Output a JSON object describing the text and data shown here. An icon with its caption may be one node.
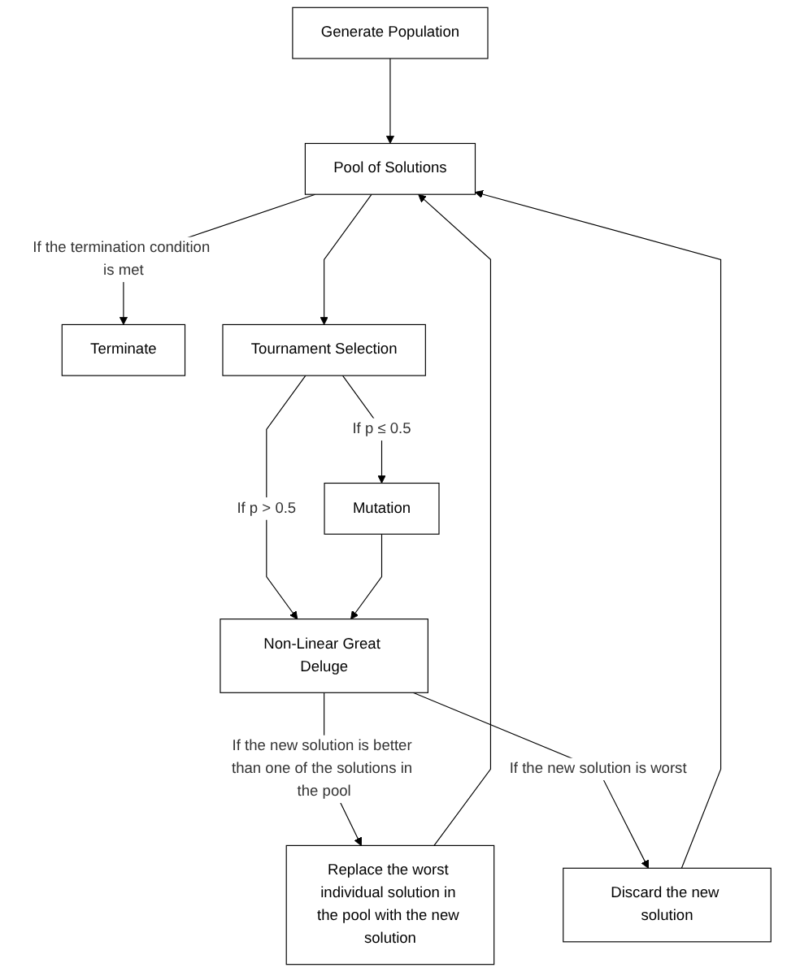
{
  "diagram": {
    "nodes": [
      {
        "text": [
          "Generate Population"
        ]
      },
      {
        "text": [
          "Pool of Solutions"
        ]
      },
      {
        "text": [
          "Terminate"
        ]
      },
      {
        "text": [
          "Replace the worst individual solution in the pool with the new solution"
        ]
      },
      {
        "text": [
          "Tournament Selection"
        ]
      },
      {
        "text": [
          "Mutation"
        ]
      },
      {
        "text": [
          "Non-Linear Great Deluge"
        ]
      },
      {
        "text": [
          "Discard the new solution"
        ]
      }
    ],
    "edges": [
      {
        "from": 0,
        "to": 1,
        "arrow": "to"
      },
      {
        "from": 1,
        "to": 2,
        "arrow": "to",
        "label": "If the termination condition is met"
      },
      {
        "from": 3,
        "to": 1,
        "arrow": "to"
      },
      {
        "from": 1,
        "to": 4,
        "arrow": "to"
      },
      {
        "from": 4,
        "to": 5,
        "arrow": "to",
        "label": "If p ≤ 0.5"
      },
      {
        "from": 4,
        "to": 6,
        "arrow": "to",
        "label": "If p > 0.5"
      },
      {
        "from": 5,
        "to": 6,
        "arrow": "to"
      },
      {
        "from": 6,
        "to": 3,
        "arrow": "to",
        "label": "If the new solution is better than one of the solutions in the pool"
      },
      {
        "from": 6,
        "to": 7,
        "arrow": "to",
        "label": "If the new solution is worst"
      },
      {
        "from": 7,
        "to": 1,
        "arrow": "to"
      }
    ]
  }
}
